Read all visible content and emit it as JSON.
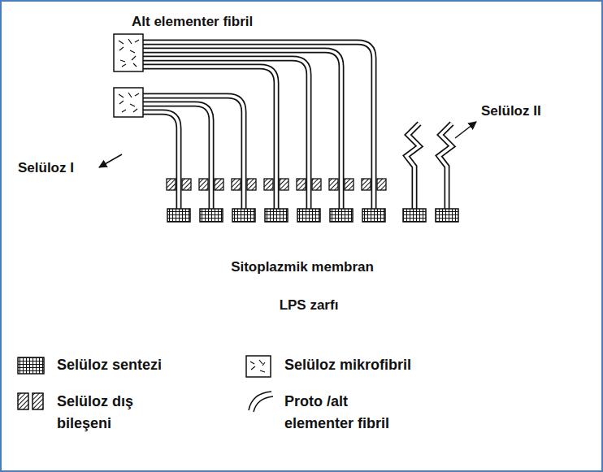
{
  "diagram": {
    "nodes": [
      {
        "text": [
          "LPS zarfı"
        ]
      },
      {
        "text": [
          "Sitoplazmik membran"
        ],
        "in": 0
      }
    ],
    "labels": [
      "Alt elementer fibril",
      "Selüloz I",
      "Selüloz II"
    ],
    "legend": [
      {
        "text": "Selüloz sentezi"
      },
      {
        "text": "Selüloz dış bileşeni"
      },
      {
        "text": "Selüloz mikrofibril"
      },
      {
        "text": "Proto /alt elementer fibril"
      }
    ]
  }
}
